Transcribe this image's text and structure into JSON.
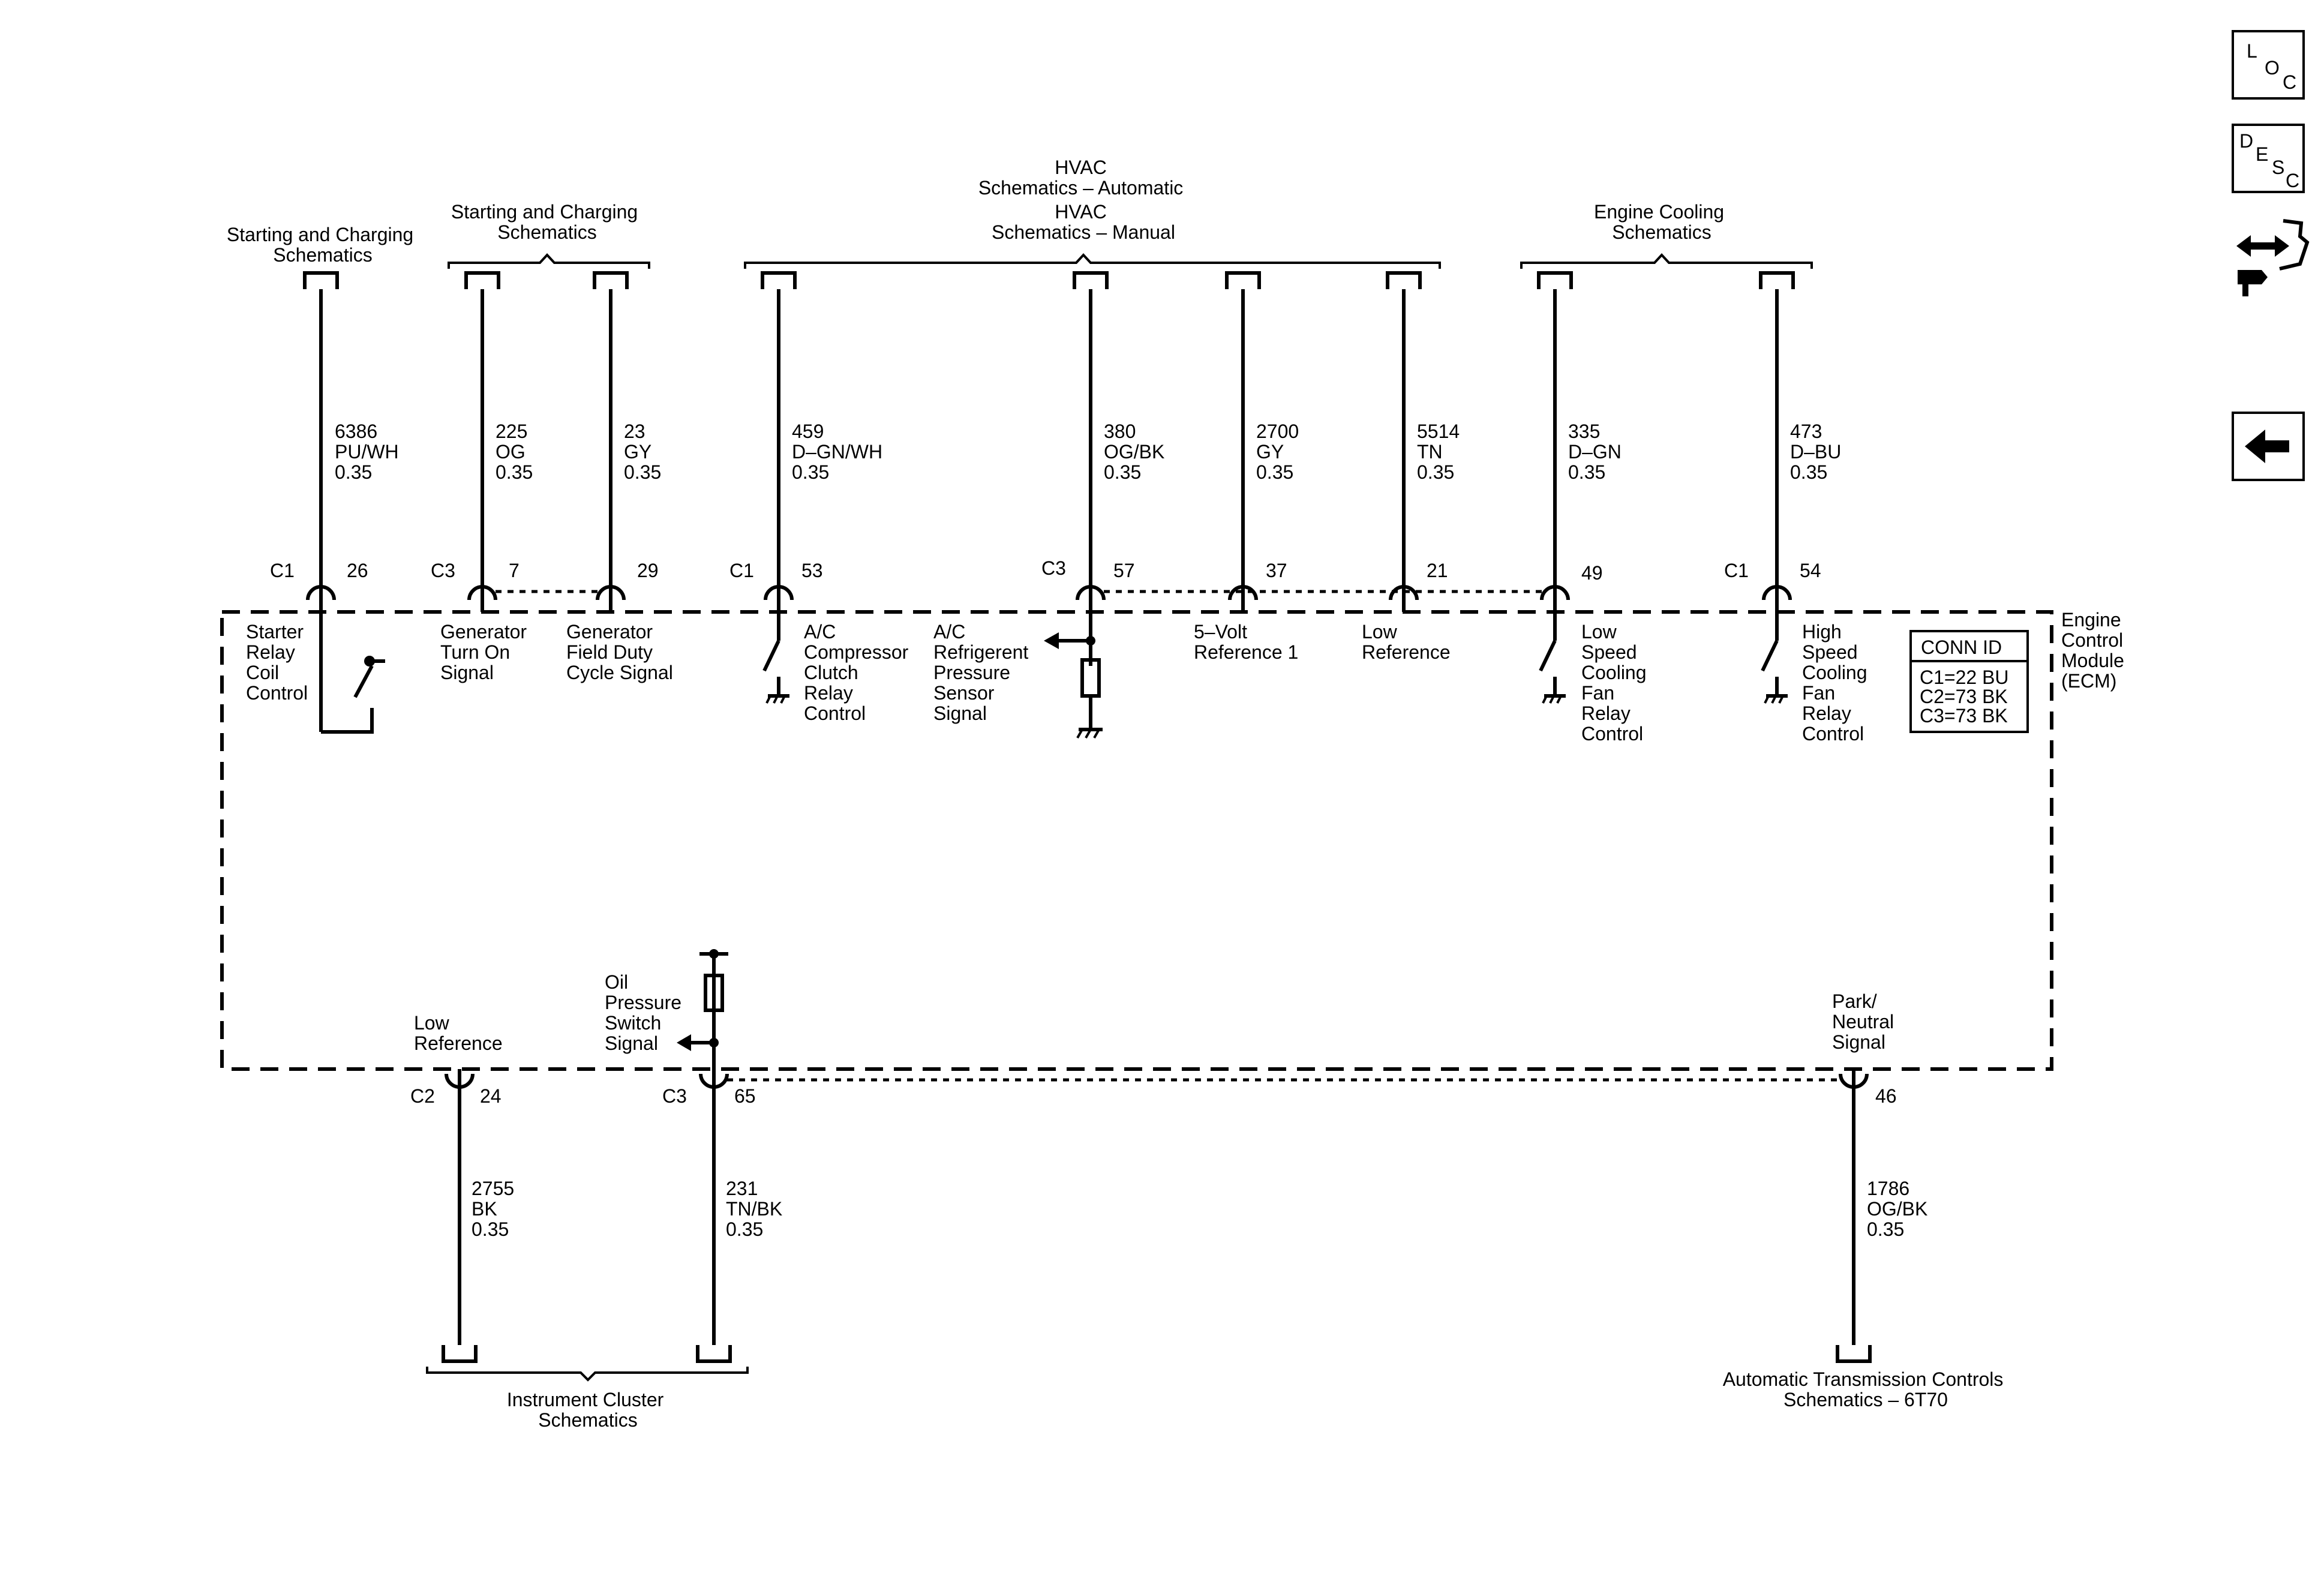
{
  "destinations": {
    "start_charge_left": [
      "Starting and Charging",
      "Schematics"
    ],
    "start_charge_mid": [
      "Starting and Charging",
      "Schematics"
    ],
    "hvac": [
      "HVAC",
      "Schematics – Automatic",
      "HVAC",
      "Schematics – Manual"
    ],
    "engine_cooling": [
      "Engine Cooling",
      "Schematics"
    ],
    "instrument_cluster": [
      "Instrument Cluster",
      "Schematics"
    ],
    "auto_trans": [
      "Automatic Transmission Controls",
      "Schematics – 6T70"
    ]
  },
  "top_circuits": [
    {
      "circuit": "6386",
      "color": "PU/WH",
      "size": "0.35",
      "connector": "C1",
      "pin": "26",
      "signal": [
        "Starter",
        "Relay",
        "Coil",
        "Control"
      ]
    },
    {
      "circuit": "225",
      "color": "OG",
      "size": "0.35",
      "connector": "C3",
      "pin": "7",
      "signal": [
        "Generator",
        "Turn On",
        "Signal"
      ]
    },
    {
      "circuit": "23",
      "color": "GY",
      "size": "0.35",
      "connector": "",
      "pin": "29",
      "signal": [
        "Generator",
        "Field Duty",
        "Cycle Signal"
      ]
    },
    {
      "circuit": "459",
      "color": "D–GN/WH",
      "size": "0.35",
      "connector": "C1",
      "pin": "53",
      "signal": [
        "A/C",
        "Compressor",
        "Clutch",
        "Relay",
        "Control"
      ]
    },
    {
      "circuit": "380",
      "color": "OG/BK",
      "size": "0.35",
      "connector": "C3",
      "pin": "57",
      "signal": [
        "A/C",
        "Refrigerent",
        "Pressure",
        "Sensor",
        "Signal"
      ]
    },
    {
      "circuit": "2700",
      "color": "GY",
      "size": "0.35",
      "connector": "",
      "pin": "37",
      "signal": [
        "5–Volt",
        "Reference 1"
      ]
    },
    {
      "circuit": "5514",
      "color": "TN",
      "size": "0.35",
      "connector": "",
      "pin": "21",
      "signal": [
        "Low",
        "Reference"
      ]
    },
    {
      "circuit": "335",
      "color": "D–GN",
      "size": "0.35",
      "connector": "",
      "pin": "49",
      "signal": [
        "Low",
        "Speed",
        "Cooling",
        "Fan",
        "Relay",
        "Control"
      ]
    },
    {
      "circuit": "473",
      "color": "D–BU",
      "size": "0.35",
      "connector": "C1",
      "pin": "54",
      "signal": [
        "High",
        "Speed",
        "Cooling",
        "Fan",
        "Relay",
        "Control"
      ]
    }
  ],
  "bottom_circuits": [
    {
      "circuit": "2755",
      "color": "BK",
      "size": "0.35",
      "connector": "C2",
      "pin": "24",
      "signal": [
        "Low",
        "Reference"
      ]
    },
    {
      "circuit": "231",
      "color": "TN/BK",
      "size": "0.35",
      "connector": "C3",
      "pin": "65",
      "signal": [
        "Oil",
        "Pressure",
        "Switch",
        "Signal"
      ]
    },
    {
      "circuit": "1786",
      "color": "OG/BK",
      "size": "0.35",
      "connector": "",
      "pin": "46",
      "signal": [
        "Park/",
        "Neutral",
        "Signal"
      ]
    }
  ],
  "module": {
    "name": [
      "Engine",
      "Control",
      "Module",
      "(ECM)"
    ]
  },
  "conn_id": {
    "title": "CONN ID",
    "rows": [
      "C1=22 BU",
      "C2=73 BK",
      "C3=73 BK"
    ]
  },
  "nav": {
    "loc": [
      "L",
      "O",
      "C"
    ],
    "desc": [
      "D",
      "E",
      "S",
      "C"
    ]
  }
}
